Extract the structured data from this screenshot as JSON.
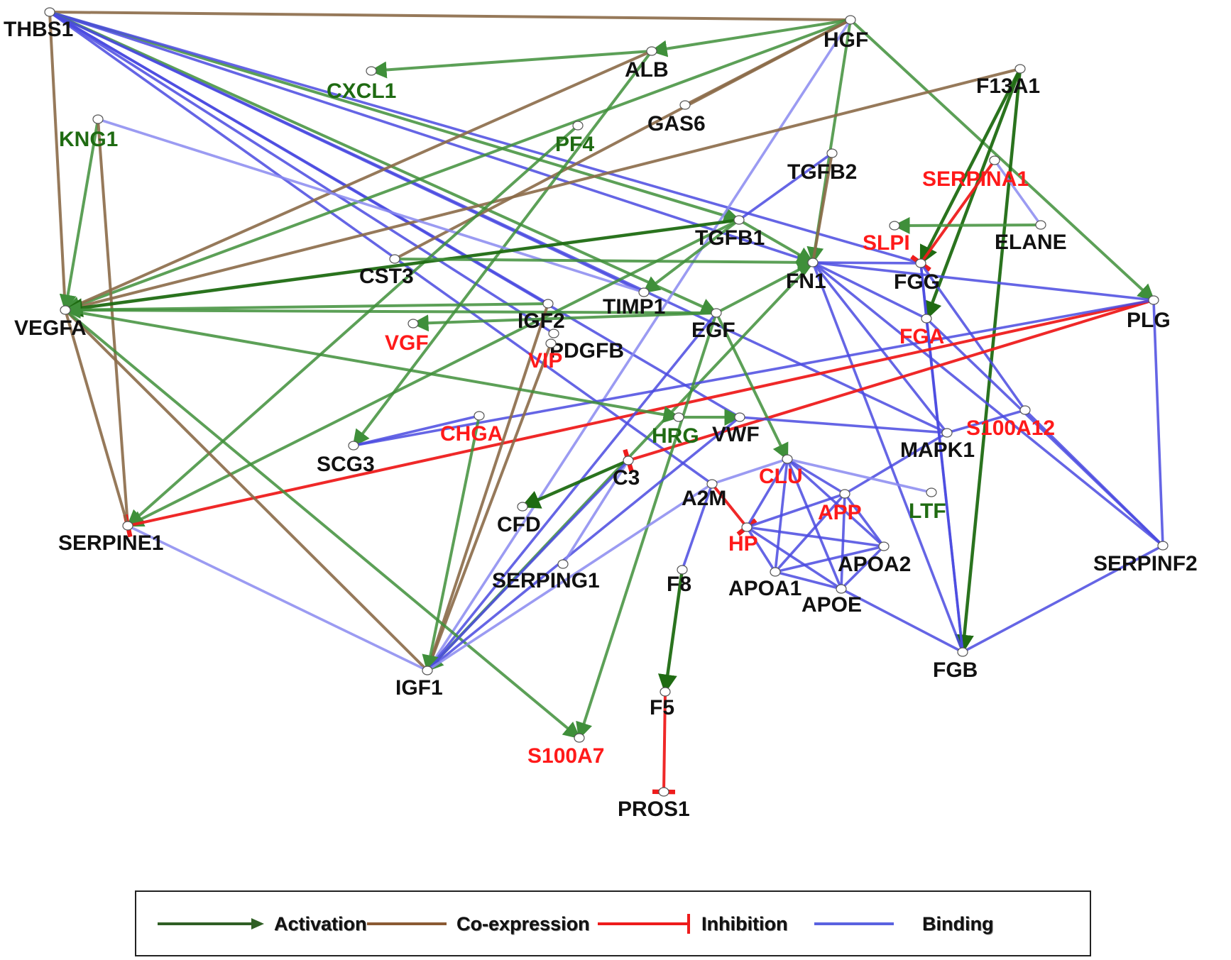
{
  "colors": {
    "activation": "#3f8f3a",
    "activation_dark": "#1f6b12",
    "coexpression": "#8b6a48",
    "inhibition": "#ee1c1c",
    "binding": "#4a4ae0",
    "binding_light": "#8a8af0",
    "label_black": "#111111",
    "label_red": "#ff1a1a",
    "label_green": "#1f6b12"
  },
  "nodes": [
    {
      "id": "THBS1",
      "label": "THBS1",
      "color": "black"
    },
    {
      "id": "HGF",
      "label": "HGF",
      "color": "black"
    },
    {
      "id": "ALB",
      "label": "ALB",
      "color": "black"
    },
    {
      "id": "CXCL1",
      "label": "CXCL1",
      "color": "green"
    },
    {
      "id": "F13A1",
      "label": "F13A1",
      "color": "black"
    },
    {
      "id": "KNG1",
      "label": "KNG1",
      "color": "green"
    },
    {
      "id": "PF4",
      "label": "PF4",
      "color": "green"
    },
    {
      "id": "GAS6",
      "label": "GAS6",
      "color": "black"
    },
    {
      "id": "TGFB2",
      "label": "TGFB2",
      "color": "black"
    },
    {
      "id": "SERPINA1",
      "label": "SERPINA1",
      "color": "red"
    },
    {
      "id": "ELANE",
      "label": "ELANE",
      "color": "black"
    },
    {
      "id": "SLPI",
      "label": "SLPI",
      "color": "red"
    },
    {
      "id": "TGFB1",
      "label": "TGFB1",
      "color": "black"
    },
    {
      "id": "FN1",
      "label": "FN1",
      "color": "black"
    },
    {
      "id": "FGG",
      "label": "FGG",
      "color": "black"
    },
    {
      "id": "CST3",
      "label": "CST3",
      "color": "black"
    },
    {
      "id": "VEGFA",
      "label": "VEGFA",
      "color": "black"
    },
    {
      "id": "TIMP1",
      "label": "TIMP1",
      "color": "black"
    },
    {
      "id": "IGF2",
      "label": "IGF2",
      "color": "black"
    },
    {
      "id": "PDGFB",
      "label": "PDGFB",
      "color": "black"
    },
    {
      "id": "EGF",
      "label": "EGF",
      "color": "black"
    },
    {
      "id": "PLG",
      "label": "PLG",
      "color": "black"
    },
    {
      "id": "VGF",
      "label": "VGF",
      "color": "red"
    },
    {
      "id": "VIP",
      "label": "VIP",
      "color": "red"
    },
    {
      "id": "FGA",
      "label": "FGA",
      "color": "red"
    },
    {
      "id": "CHGA",
      "label": "CHGA",
      "color": "red"
    },
    {
      "id": "HRG",
      "label": "HRG",
      "color": "green"
    },
    {
      "id": "VWF",
      "label": "VWF",
      "color": "black"
    },
    {
      "id": "S100A12",
      "label": "S100A12",
      "color": "red"
    },
    {
      "id": "MAPK1",
      "label": "MAPK1",
      "color": "black"
    },
    {
      "id": "SCG3",
      "label": "SCG3",
      "color": "black"
    },
    {
      "id": "C3",
      "label": "C3",
      "color": "black"
    },
    {
      "id": "CLU",
      "label": "CLU",
      "color": "red"
    },
    {
      "id": "A2M",
      "label": "A2M",
      "color": "black"
    },
    {
      "id": "APP",
      "label": "APP",
      "color": "red"
    },
    {
      "id": "LTF",
      "label": "LTF",
      "color": "green"
    },
    {
      "id": "SERPINE1",
      "label": "SERPINE1",
      "color": "black"
    },
    {
      "id": "CFD",
      "label": "CFD",
      "color": "black"
    },
    {
      "id": "HP",
      "label": "HP",
      "color": "red"
    },
    {
      "id": "APOA2",
      "label": "APOA2",
      "color": "black"
    },
    {
      "id": "SERPINF2",
      "label": "SERPINF2",
      "color": "black"
    },
    {
      "id": "SERPING1",
      "label": "SERPING1",
      "color": "black"
    },
    {
      "id": "F8",
      "label": "F8",
      "color": "black"
    },
    {
      "id": "APOA1",
      "label": "APOA1",
      "color": "black"
    },
    {
      "id": "APOE",
      "label": "APOE",
      "color": "black"
    },
    {
      "id": "IGF1",
      "label": "IGF1",
      "color": "black"
    },
    {
      "id": "FGB",
      "label": "FGB",
      "color": "black"
    },
    {
      "id": "F5",
      "label": "F5",
      "color": "black"
    },
    {
      "id": "S100A7",
      "label": "S100A7",
      "color": "red"
    },
    {
      "id": "PROS1",
      "label": "PROS1",
      "color": "black"
    }
  ],
  "edges": [
    {
      "source": "THBS1",
      "target": "HGF",
      "type": "coexpression"
    },
    {
      "source": "THBS1",
      "target": "VEGFA",
      "type": "coexpression"
    },
    {
      "source": "THBS1",
      "target": "TGFB1",
      "type": "activation"
    },
    {
      "source": "THBS1",
      "target": "FN1",
      "type": "binding"
    },
    {
      "source": "THBS1",
      "target": "FGG",
      "type": "binding"
    },
    {
      "source": "THBS1",
      "target": "TIMP1",
      "type": "binding"
    },
    {
      "source": "THBS1",
      "target": "PDGFB",
      "type": "binding"
    },
    {
      "source": "THBS1",
      "target": "EGF",
      "type": "activation"
    },
    {
      "source": "THBS1",
      "target": "IGF2",
      "type": "binding"
    },
    {
      "source": "THBS1",
      "target": "VWF",
      "type": "binding"
    },
    {
      "source": "THBS1",
      "target": "MAPK1",
      "type": "binding"
    },
    {
      "source": "THBS1",
      "target": "A2M",
      "type": "binding"
    },
    {
      "source": "HGF",
      "target": "ALB",
      "type": "activation"
    },
    {
      "source": "HGF",
      "target": "VEGFA",
      "type": "activation"
    },
    {
      "source": "HGF",
      "target": "FN1",
      "type": "activation"
    },
    {
      "source": "HGF",
      "target": "PLG",
      "type": "activation"
    },
    {
      "source": "HGF",
      "target": "IGF1",
      "type": "binding_light"
    },
    {
      "source": "HGF",
      "target": "GAS6",
      "type": "coexpression"
    },
    {
      "source": "HGF",
      "target": "CST3",
      "type": "coexpression"
    },
    {
      "source": "ALB",
      "target": "CXCL1",
      "type": "activation"
    },
    {
      "source": "ALB",
      "target": "VEGFA",
      "type": "coexpression"
    },
    {
      "source": "ALB",
      "target": "SCG3",
      "type": "activation"
    },
    {
      "source": "F13A1",
      "target": "VEGFA",
      "type": "coexpression"
    },
    {
      "source": "F13A1",
      "target": "FGG",
      "type": "activation_dark"
    },
    {
      "source": "F13A1",
      "target": "FGA",
      "type": "activation_dark"
    },
    {
      "source": "F13A1",
      "target": "FGB",
      "type": "activation_dark"
    },
    {
      "source": "KNG1",
      "target": "VEGFA",
      "type": "activation"
    },
    {
      "source": "KNG1",
      "target": "SERPINE1",
      "type": "coexpression"
    },
    {
      "source": "KNG1",
      "target": "TIMP1",
      "type": "binding_light"
    },
    {
      "source": "PF4",
      "target": "SERPINE1",
      "type": "activation"
    },
    {
      "source": "TGFB2",
      "target": "FN1",
      "type": "coexpression"
    },
    {
      "source": "TGFB2",
      "target": "TGFB1",
      "type": "binding"
    },
    {
      "source": "SERPINA1",
      "target": "FGG",
      "type": "inhibition"
    },
    {
      "source": "SERPINA1",
      "target": "ELANE",
      "type": "binding_light"
    },
    {
      "source": "ELANE",
      "target": "SLPI",
      "type": "activation"
    },
    {
      "source": "TGFB1",
      "target": "VEGFA",
      "type": "activation_dark"
    },
    {
      "source": "TGFB1",
      "target": "TIMP1",
      "type": "activation"
    },
    {
      "source": "TGFB1",
      "target": "SERPINE1",
      "type": "activation"
    },
    {
      "source": "TGFB1",
      "target": "FN1",
      "type": "activation"
    },
    {
      "source": "CST3",
      "target": "FN1",
      "type": "activation"
    },
    {
      "source": "FN1",
      "target": "FGG",
      "type": "binding"
    },
    {
      "source": "FN1",
      "target": "FGA",
      "type": "binding"
    },
    {
      "source": "FN1",
      "target": "FGB",
      "type": "binding"
    },
    {
      "source": "FN1",
      "target": "MAPK1",
      "type": "binding"
    },
    {
      "source": "FN1",
      "target": "SERPINF2",
      "type": "binding"
    },
    {
      "source": "FN1",
      "target": "IGF1",
      "type": "activation"
    },
    {
      "source": "FGG",
      "target": "FGA",
      "type": "binding"
    },
    {
      "source": "FGG",
      "target": "FGB",
      "type": "binding"
    },
    {
      "source": "FGG",
      "target": "S100A12",
      "type": "binding"
    },
    {
      "source": "FGA",
      "target": "FGB",
      "type": "binding"
    },
    {
      "source": "FGA",
      "target": "SERPINF2",
      "type": "binding"
    },
    {
      "source": "PLG",
      "target": "SERPINE1",
      "type": "inhibition"
    },
    {
      "source": "PLG",
      "target": "C3",
      "type": "inhibition"
    },
    {
      "source": "PLG",
      "target": "SERPINF2",
      "type": "binding"
    },
    {
      "source": "PLG",
      "target": "SCG3",
      "type": "binding"
    },
    {
      "source": "PLG",
      "target": "FN1",
      "type": "binding"
    },
    {
      "source": "EGF",
      "target": "VEGFA",
      "type": "activation"
    },
    {
      "source": "EGF",
      "target": "VGF",
      "type": "activation"
    },
    {
      "source": "EGF",
      "target": "CLU",
      "type": "activation"
    },
    {
      "source": "EGF",
      "target": "S100A7",
      "type": "activation"
    },
    {
      "source": "EGF",
      "target": "IGF1",
      "type": "binding"
    },
    {
      "source": "EGF",
      "target": "FN1",
      "type": "activation"
    },
    {
      "source": "IGF2",
      "target": "VEGFA",
      "type": "activation"
    },
    {
      "source": "IGF2",
      "target": "IGF1",
      "type": "coexpression"
    },
    {
      "source": "VIP",
      "target": "IGF1",
      "type": "coexpression"
    },
    {
      "source": "VEGFA",
      "target": "IGF1",
      "type": "coexpression"
    },
    {
      "source": "VEGFA",
      "target": "SERPINE1",
      "type": "coexpression"
    },
    {
      "source": "VEGFA",
      "target": "HRG",
      "type": "activation"
    },
    {
      "source": "VEGFA",
      "target": "S100A7",
      "type": "activation"
    },
    {
      "source": "CHGA",
      "target": "SCG3",
      "type": "binding"
    },
    {
      "source": "CHGA",
      "target": "IGF1",
      "type": "activation"
    },
    {
      "source": "HRG",
      "target": "VWF",
      "type": "activation"
    },
    {
      "source": "VWF",
      "target": "MAPK1",
      "type": "binding"
    },
    {
      "source": "VWF",
      "target": "IGF1",
      "type": "binding"
    },
    {
      "source": "S100A12",
      "target": "SERPINF2",
      "type": "binding"
    },
    {
      "source": "S100A12",
      "target": "MAPK1",
      "type": "binding"
    },
    {
      "source": "MAPK1",
      "target": "APP",
      "type": "binding"
    },
    {
      "source": "C3",
      "target": "CFD",
      "type": "activation_dark"
    },
    {
      "source": "C3",
      "target": "SERPING1",
      "type": "binding_light"
    },
    {
      "source": "C3",
      "target": "IGF1",
      "type": "binding"
    },
    {
      "source": "A2M",
      "target": "HP",
      "type": "inhibition"
    },
    {
      "source": "A2M",
      "target": "CLU",
      "type": "binding_light"
    },
    {
      "source": "A2M",
      "target": "F8",
      "type": "binding"
    },
    {
      "source": "A2M",
      "target": "IGF1",
      "type": "binding_light"
    },
    {
      "source": "CLU",
      "target": "APP",
      "type": "binding"
    },
    {
      "source": "CLU",
      "target": "HP",
      "type": "binding"
    },
    {
      "source": "CLU",
      "target": "APOA1",
      "type": "binding"
    },
    {
      "source": "CLU",
      "target": "APOA2",
      "type": "binding"
    },
    {
      "source": "CLU",
      "target": "APOE",
      "type": "binding"
    },
    {
      "source": "CLU",
      "target": "LTF",
      "type": "binding_light"
    },
    {
      "source": "APP",
      "target": "HP",
      "type": "binding"
    },
    {
      "source": "APP",
      "target": "APOA1",
      "type": "binding"
    },
    {
      "source": "APP",
      "target": "APOA2",
      "type": "binding"
    },
    {
      "source": "APP",
      "target": "APOE",
      "type": "binding"
    },
    {
      "source": "HP",
      "target": "APOA1",
      "type": "binding"
    },
    {
      "source": "HP",
      "target": "APOA2",
      "type": "binding"
    },
    {
      "source": "HP",
      "target": "APOE",
      "type": "binding"
    },
    {
      "source": "APOA1",
      "target": "APOA2",
      "type": "binding"
    },
    {
      "source": "APOA1",
      "target": "APOE",
      "type": "binding"
    },
    {
      "source": "APOA2",
      "target": "APOE",
      "type": "binding"
    },
    {
      "source": "APOE",
      "target": "FGB",
      "type": "binding"
    },
    {
      "source": "FGB",
      "target": "SERPINF2",
      "type": "binding"
    },
    {
      "source": "SERPINE1",
      "target": "IGF1",
      "type": "binding_light"
    },
    {
      "source": "F8",
      "target": "F5",
      "type": "activation_dark"
    },
    {
      "source": "F5",
      "target": "PROS1",
      "type": "inhibition"
    }
  ],
  "legend": [
    {
      "type": "activation",
      "label": "Activation"
    },
    {
      "type": "coexpression",
      "label": "Co-expression"
    },
    {
      "type": "inhibition",
      "label": "Inhibition"
    },
    {
      "type": "binding",
      "label": "Binding"
    }
  ]
}
